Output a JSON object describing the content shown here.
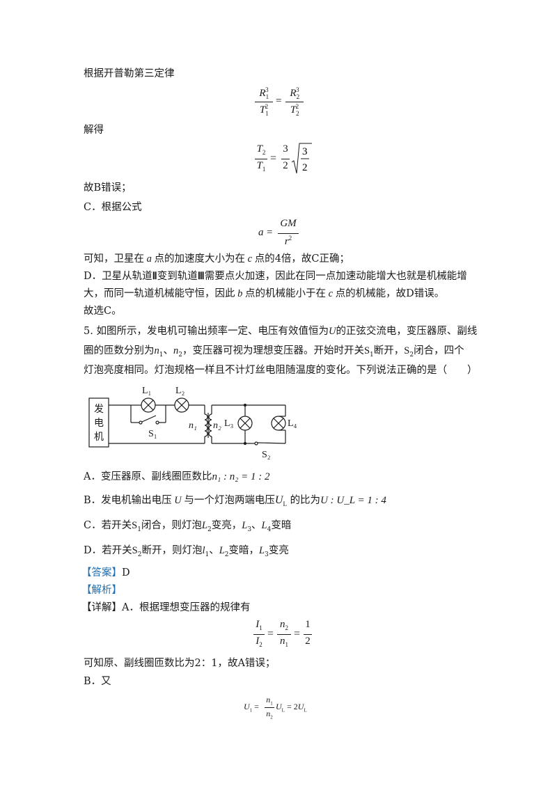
{
  "lines": {
    "kepler": "根据开普勒第三定律",
    "solve": "解得",
    "b_wrong": "故B错误；",
    "c_formula": "C．根据公式",
    "c_conclude_pre": "可知，卫星在",
    "c_conclude_mid1": "点的加速度大小为在",
    "c_conclude_mid2": "点的",
    "c_conclude_post": "4倍，故C正确；",
    "d_line1_a": "D．卫星从轨道",
    "d_line1_b": "变到轨道",
    "d_line1_c": "需要点火加速，因此在同一点加速动能增大也就是机械能增",
    "d_line2_a": "大，而同一轨道机械能守恒，因此",
    "d_line2_b": "点的机械能小于在",
    "d_line2_c": "点的机械能，故D错误。",
    "choose_c": "故选C。",
    "q5_line1_a": "5. 如图所示，发电机可输出频率一定、电压有效值恒为",
    "q5_line1_b": "的正弦交流电，变压器原、副线",
    "q5_line2_a": "圈的匝数分别为",
    "q5_line2_b": "、",
    "q5_line2_c": "，变压器可视为理想变压器。开始时开关",
    "q5_line2_d": "断开，",
    "q5_line2_e": "闭合，四个",
    "q5_line3": "灯泡亮度相同。灯泡规格一样且不计灯丝电阻随温度的变化。下列说法正确的是（　　）"
  },
  "options": {
    "a_text": "A．变压器原、副线圈匝数比",
    "a_math": "n₁ : n₂ = 1 : 2",
    "b_text1": "B．发电机输出电压",
    "b_text2": "与一个灯泡两端电压",
    "b_text3": "的比为",
    "b_math": "U : U_L = 1 : 4",
    "c_text1": "C．若开关",
    "c_text2": "闭合，则灯泡",
    "c_text3": "变亮，",
    "c_text4": "、",
    "c_text5": "变暗",
    "d_text1": "D．若开关",
    "d_text2": "断开，则灯泡",
    "d_text3": "、",
    "d_text4": "变暗，",
    "d_text5": "变亮"
  },
  "answer": {
    "answer_tag": "【答案】",
    "answer_value": "D",
    "analysis_tag": "【解析】",
    "detail_tag": "【详解】",
    "detail_a": "A．根据理想变压器的规律有",
    "ratio_result": "可知原、副线圈匝数比为2：1，故A错误；",
    "b_again": "B．又"
  },
  "circuit": {
    "generator_label": [
      "发",
      "电",
      "机"
    ],
    "L1": "L₁",
    "L2": "L₂",
    "L3": "L₃",
    "L4": "L₄",
    "S1": "S₁",
    "S2": "S₂",
    "n1": "n₁",
    "n2": "n₂"
  },
  "colors": {
    "text": "#1a1a1a",
    "tag_blue": "#1f6fb2"
  }
}
